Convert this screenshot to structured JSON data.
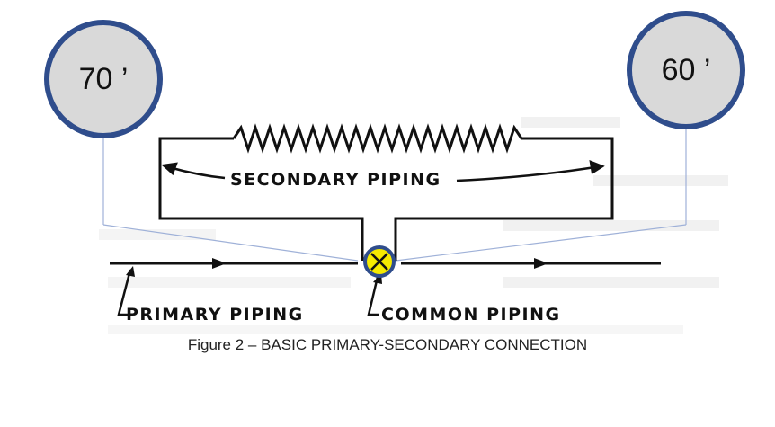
{
  "callouts": {
    "left": "70 ’",
    "right": "60 ’"
  },
  "labels": {
    "secondary": "SECONDARY PIPING",
    "primary": "PRIMARY PIPING",
    "common": "COMMON PIPING"
  },
  "caption": "Figure 2 – BASIC PRIMARY-SECONDARY CONNECTION",
  "colors": {
    "callout_fill": "#d9d9d9",
    "callout_ring": "#2f4d8c",
    "leader_line": "#9fb1d8",
    "junction_fill": "#f5ea00",
    "junction_ring": "#2f4d8c",
    "ink": "#111111"
  }
}
